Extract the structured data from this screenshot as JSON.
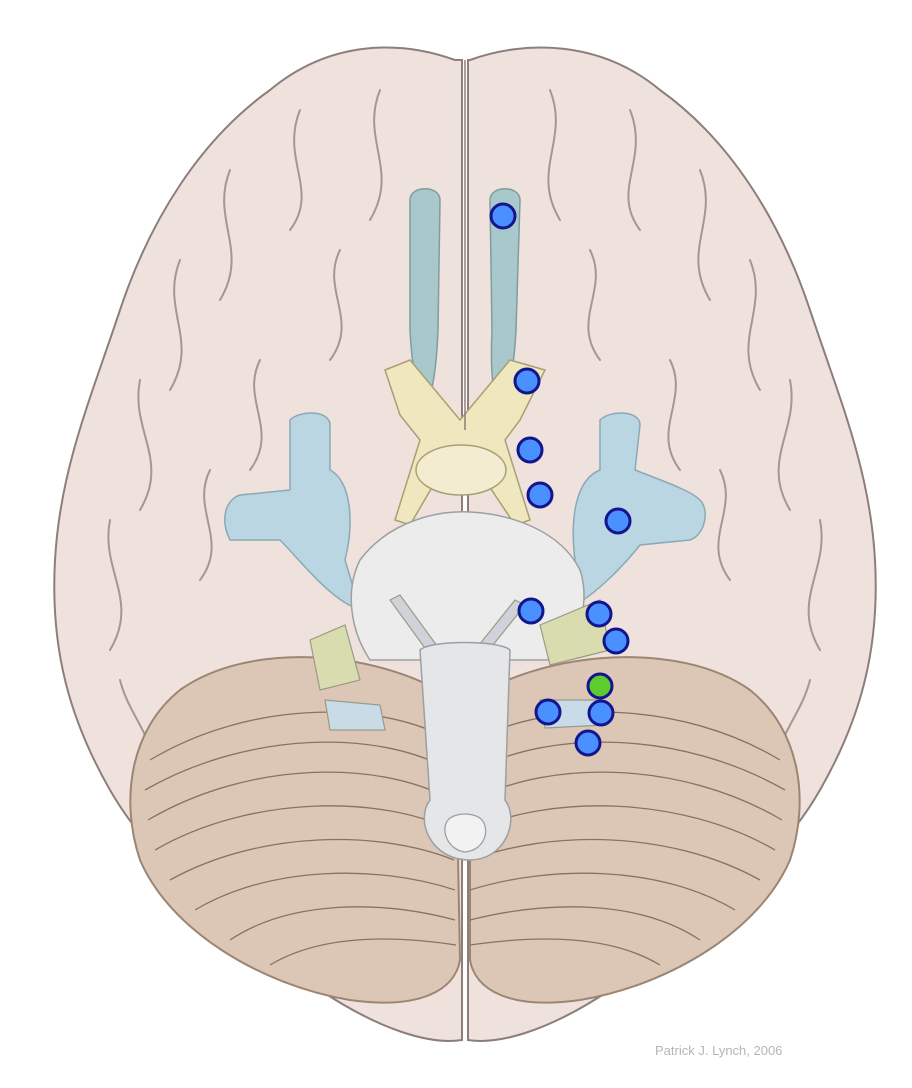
{
  "credit": "Patrick J. Lynch, 2006",
  "colors": {
    "cerebrum": "#efe1dc",
    "outline": "#8c7f7b",
    "cerebellum": "#dcc7b6",
    "vessel": "#b9d6e2",
    "olfactory": "#a9c8cc",
    "optic": "#efe7bd",
    "brainstem": "#e6e6e6",
    "marker_default": "#4a90ff",
    "marker_selected": "#5ccc2f",
    "marker_stroke": "#14148c"
  },
  "markers": [
    {
      "id": "marker-1",
      "state": "default"
    },
    {
      "id": "marker-2",
      "state": "default"
    },
    {
      "id": "marker-3",
      "state": "default"
    },
    {
      "id": "marker-4",
      "state": "default"
    },
    {
      "id": "marker-5",
      "state": "default"
    },
    {
      "id": "marker-6",
      "state": "default"
    },
    {
      "id": "marker-7",
      "state": "default"
    },
    {
      "id": "marker-8",
      "state": "default"
    },
    {
      "id": "marker-9",
      "state": "selected"
    },
    {
      "id": "marker-10",
      "state": "default"
    },
    {
      "id": "marker-11",
      "state": "default"
    },
    {
      "id": "marker-12",
      "state": "default"
    }
  ]
}
